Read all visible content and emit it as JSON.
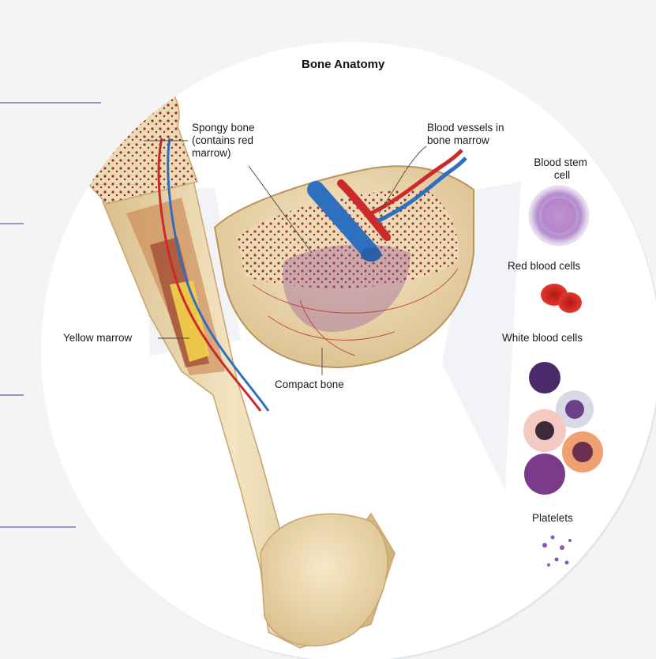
{
  "title": "Bone Anatomy",
  "labels": {
    "spongy": [
      "Spongy bone",
      "(contains red",
      "marrow)"
    ],
    "vessels": [
      "Blood vessels in",
      "bone marrow"
    ],
    "stem": [
      "Blood stem",
      "cell"
    ],
    "red_cells": "Red blood cells",
    "white_cells": "White blood cells",
    "yellow": "Yellow marrow",
    "compact": "Compact bone",
    "platelets": "Platelets"
  },
  "colors": {
    "bone": "#ead7b0",
    "bone_shade": "#d8bf8e",
    "marrow_red": "#a83224",
    "artery": "#cc2a2a",
    "vein": "#2f6fc0",
    "yellow_marrow": "#f3d24a",
    "stem_cell": "#c9a6d6",
    "outline_blue": "#2b3f8f"
  }
}
